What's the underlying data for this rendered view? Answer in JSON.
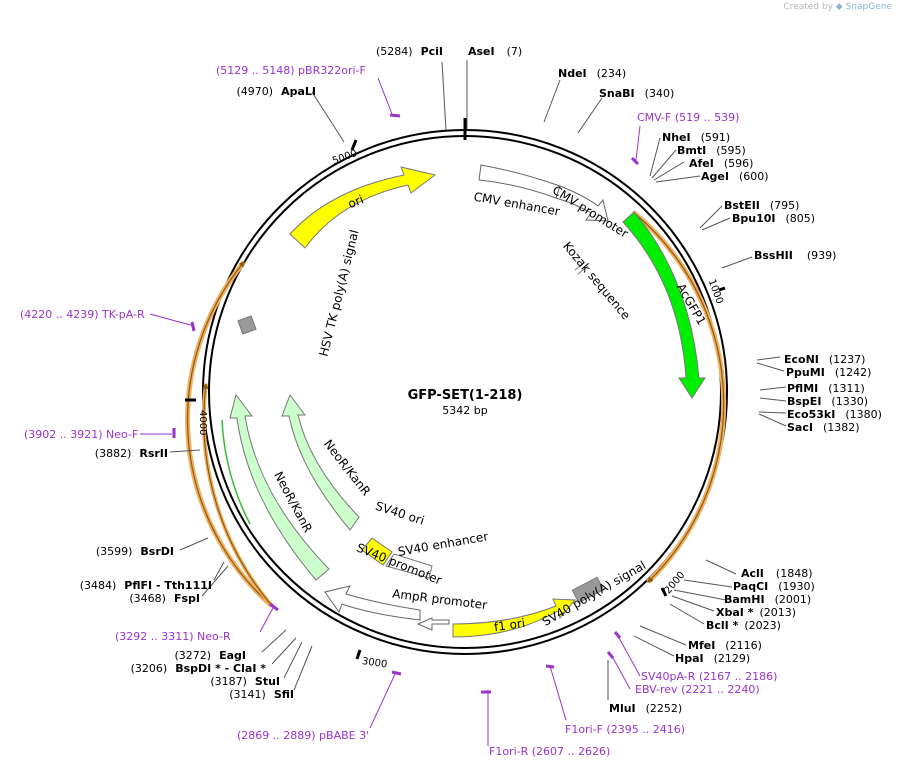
{
  "credit": {
    "prefix": "Created by",
    "brand": "SnapGene"
  },
  "plasmid": {
    "name": "GFP-SET(1-218)",
    "size": "5342 bp",
    "length_bp": 5342
  },
  "ticks": [
    "1000",
    "2000",
    "3000",
    "4000",
    "5000"
  ],
  "features": [
    {
      "label": "ori",
      "color": "#ffff00"
    },
    {
      "label": "CMV enhancer",
      "color": "#ffffff"
    },
    {
      "label": "CMV promoter",
      "color": "#ffffff"
    },
    {
      "label": "Kozak sequence",
      "color": "#cccccc"
    },
    {
      "label": "AcGFP1",
      "color": "#00ee00"
    },
    {
      "label": "HSV TK poly(A) signal",
      "color": "#999999"
    },
    {
      "label": "NeoR/KanR",
      "color": "#ccffcc"
    },
    {
      "label": "NeoR/KanR",
      "color": "#ccffcc"
    },
    {
      "label": "SV40 ori",
      "color": "#ffff00"
    },
    {
      "label": "SV40 enhancer",
      "color": "#ffffff"
    },
    {
      "label": "SV40 promoter",
      "color": "#ffffff"
    },
    {
      "label": "AmpR promoter",
      "color": "#ffffff"
    },
    {
      "label": "f1 ori",
      "color": "#ffff00"
    },
    {
      "label": "SV40 poly(A) signal",
      "color": "#999999"
    }
  ],
  "sites": [
    {
      "pos": "(5284)",
      "name": "PciI"
    },
    {
      "name": "AseI",
      "pos": "(7)"
    },
    {
      "name": "NdeI",
      "pos": "(234)"
    },
    {
      "name": "SnaBI",
      "pos": "(340)"
    },
    {
      "name": "NheI",
      "pos": "(591)"
    },
    {
      "name": "BmtI",
      "pos": "(595)"
    },
    {
      "name": "AfeI",
      "pos": "(596)"
    },
    {
      "name": "AgeI",
      "pos": "(600)"
    },
    {
      "name": "BstEII",
      "pos": "(795)"
    },
    {
      "name": "Bpu10I",
      "pos": "(805)"
    },
    {
      "name": "BssHII",
      "pos": "(939)"
    },
    {
      "name": "EcoNI",
      "pos": "(1237)"
    },
    {
      "name": "PpuMI",
      "pos": "(1242)"
    },
    {
      "name": "PflMI",
      "pos": "(1311)"
    },
    {
      "name": "BspEI",
      "pos": "(1330)"
    },
    {
      "name": "Eco53kI",
      "pos": "(1380)"
    },
    {
      "name": "SacI",
      "pos": "(1382)"
    },
    {
      "name": "AclI",
      "pos": "(1848)"
    },
    {
      "name": "PaqCI",
      "pos": "(1930)"
    },
    {
      "name": "BamHI",
      "pos": "(2001)"
    },
    {
      "name": "XbaI *",
      "pos": "(2013)"
    },
    {
      "name": "BclI *",
      "pos": "(2023)"
    },
    {
      "name": "MfeI",
      "pos": "(2116)"
    },
    {
      "name": "HpaI",
      "pos": "(2129)"
    },
    {
      "name": "MluI",
      "pos": "(2252)"
    },
    {
      "pos": "(3141)",
      "name": "SfiI"
    },
    {
      "pos": "(3187)",
      "name": "StuI"
    },
    {
      "pos": "(3206)",
      "name": "BspDI * - ClaI *"
    },
    {
      "pos": "(3272)",
      "name": "EagI"
    },
    {
      "pos": "(3468)",
      "name": "FspI"
    },
    {
      "pos": "(3484)",
      "name": "PflFI - Tth111I"
    },
    {
      "pos": "(3599)",
      "name": "BsrDI"
    },
    {
      "pos": "(3882)",
      "name": "RsrII"
    },
    {
      "pos": "(4970)",
      "name": "ApaLI"
    }
  ],
  "primers": [
    {
      "text": "(5129 .. 5148)  pBR322ori-F"
    },
    {
      "text": "CMV-F    (519 .. 539)"
    },
    {
      "text": "SV40pA-R    (2167 .. 2186)"
    },
    {
      "text": "EBV-rev    (2221 .. 2240)"
    },
    {
      "text": "F1ori-F    (2395 .. 2416)"
    },
    {
      "text": "F1ori-R    (2607 .. 2626)"
    },
    {
      "text": "(2869 .. 2889)  pBABE 3'"
    },
    {
      "text": "(3292 .. 3311)  Neo-R"
    },
    {
      "text": "(3902 .. 3921)  Neo-F"
    },
    {
      "text": "(4220 .. 4239)  TK-pA-R"
    }
  ]
}
